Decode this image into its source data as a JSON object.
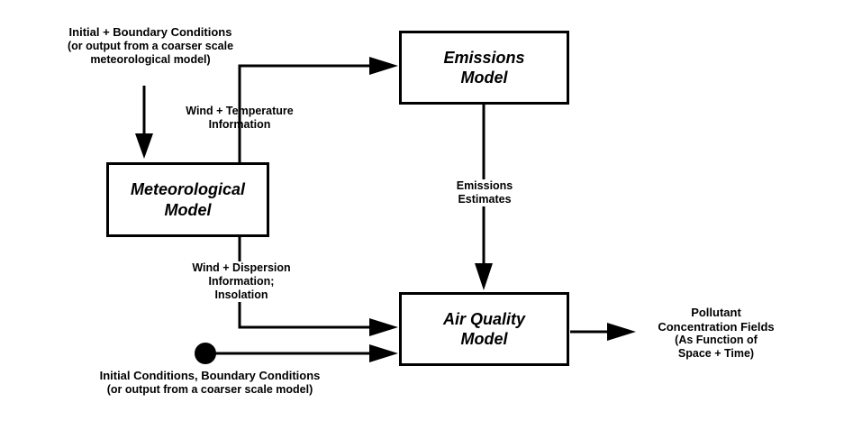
{
  "boxes": {
    "emissions": {
      "line1": "Emissions",
      "line2": "Model"
    },
    "meteorological": {
      "line1": "Meteorological",
      "line2": "Model"
    },
    "air_quality": {
      "line1": "Air Quality",
      "line2": "Model"
    }
  },
  "labels": {
    "initial_boundary": {
      "line1": "Initial + Boundary Conditions",
      "line2": "(or output from a coarser scale",
      "line3": "meteorological model)"
    },
    "wind_temp": {
      "line1": "Wind + Temperature",
      "line2": "Information"
    },
    "emissions_estimates": {
      "line1": "Emissions",
      "line2": "Estimates"
    },
    "wind_dispersion": {
      "line1": "Wind + Dispersion",
      "line2": "Information;",
      "line3": "Insolation"
    },
    "pollutant": {
      "line1": "Pollutant",
      "line2": "Concentration Fields",
      "line3": "(As Function of",
      "line4": "Space + Time)"
    },
    "initial_conditions": {
      "line1": "Initial Conditions, Boundary Conditions",
      "line2": "(or output from a coarser scale model)"
    }
  }
}
